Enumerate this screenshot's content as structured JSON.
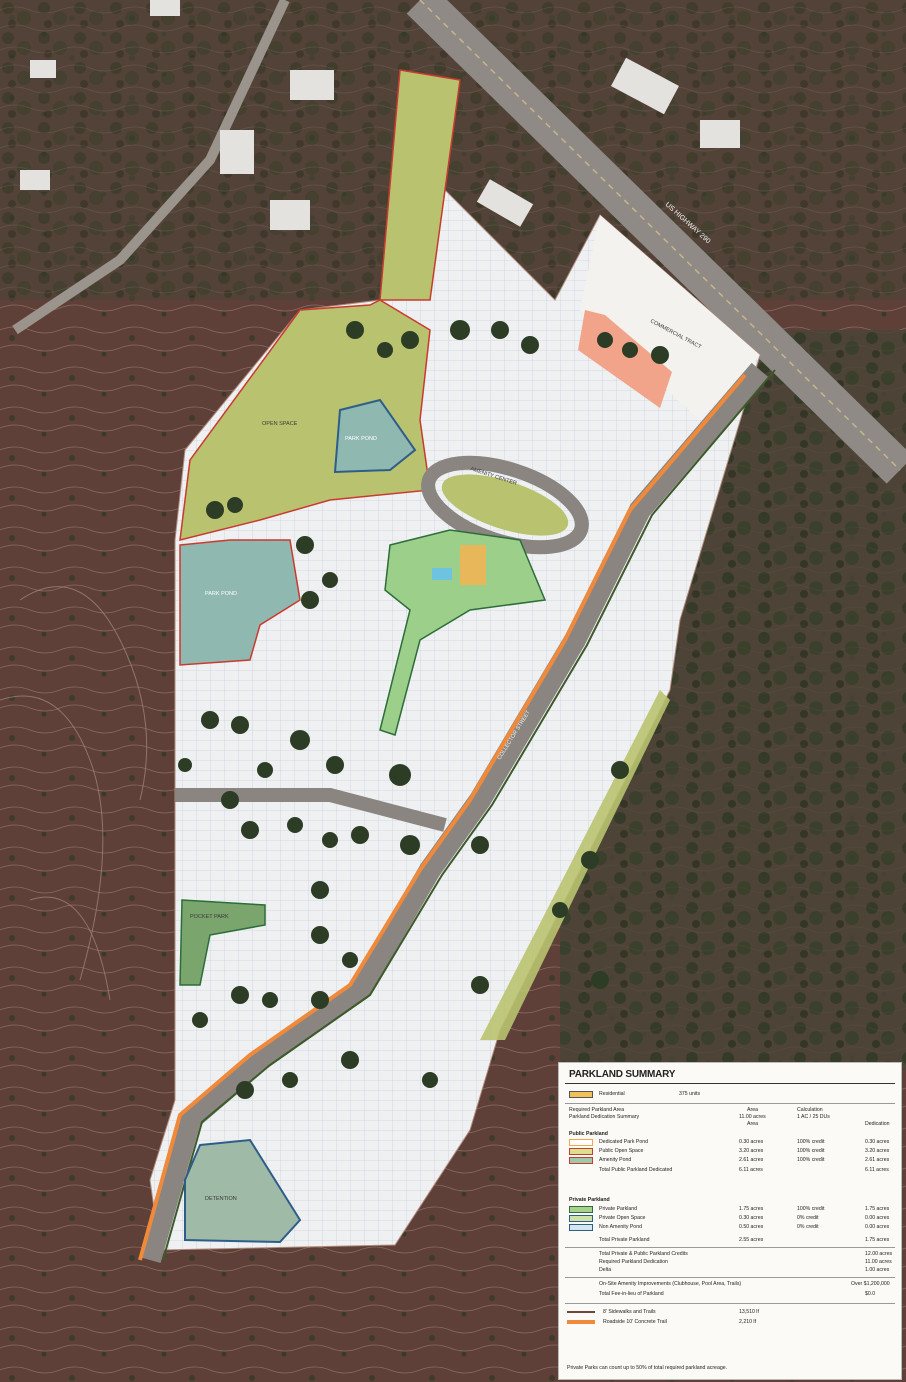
{
  "map": {
    "labels": {
      "hwy": "US HIGHWAY 290",
      "commercial": "COMMERCIAL TRACT",
      "open_space": "OPEN SPACE",
      "pond_north": "PARK POND",
      "amenity": "AMENITY CENTER",
      "pond_west": "PARK POND",
      "street": "COLLECTOR STREET",
      "pocket": "POCKET PARK",
      "detention": "DETENTION"
    }
  },
  "legend": {
    "title": "PARKLAND SUMMARY",
    "residential": {
      "label": "Residential",
      "value": "375 units"
    },
    "head": {
      "required_label": "Required Parkland Area",
      "dedication_summary": "Parkland Dedication Summary",
      "area_col": "Area",
      "calc_col": "Calculation",
      "area_val": "11.00 acres",
      "calc_val": "1 AC / 25 DUs",
      "area_sub": "Area",
      "dedication_col": "Dedication"
    },
    "public": {
      "heading": "Public Parkland",
      "rows": [
        {
          "label": "Dedicated Park Pond",
          "area": "0.30 acres",
          "credit": "100% credit",
          "ded": "0.30 acres",
          "color": "#f3a64f"
        },
        {
          "label": "Public Open Space",
          "area": "3.20 acres",
          "credit": "100% credit",
          "ded": "3.20 acres",
          "color": "#d8e28c"
        },
        {
          "label": "Amenity Pond",
          "area": "2.61 acres",
          "credit": "100% credit",
          "ded": "2.61 acres",
          "color": "#9cc9a8"
        }
      ],
      "total_label": "Total Public Parkland Dedicated",
      "total_area": "6.11 acres",
      "total_ded": "6.11 acres"
    },
    "private": {
      "heading": "Private Parkland",
      "rows": [
        {
          "label": "Private Parkland",
          "area": "1.75 acres",
          "credit": "100% credit",
          "ded": "1.75 acres",
          "color": "#a9d18e"
        },
        {
          "label": "Private Open Space",
          "area": "0.30 acres",
          "credit": "0% credit",
          "ded": "0.00 acres",
          "color": "#cfe3a8"
        },
        {
          "label": "Non Amenity Pond",
          "area": "0.50 acres",
          "credit": "0% credit",
          "ded": "0.00 acres",
          "color": "#d4e7ec"
        }
      ],
      "total_label": "Total Private Parkland",
      "total_area": "2.55 acres",
      "total_ded": "1.75 acres"
    },
    "summary": [
      {
        "label": "Total Private & Public Parkland Credits",
        "value": "12.00 acres"
      },
      {
        "label": "Required Parkland Dedication",
        "value": "11.00 acres"
      },
      {
        "label": "Delta",
        "value": "1.00 acres"
      },
      {
        "label": "On-Site Amenity Improvements (Clubhouse, Pool Area, Trails)",
        "value": "Over $1,200,000"
      },
      {
        "label": "Total Fee-in-lieu of Parkland",
        "value": "$0.0"
      }
    ],
    "trails": [
      {
        "label": "8' Sidewalks and Trails",
        "value": "13,510 lf",
        "color": "#6b4a3a"
      },
      {
        "label": "Roadside 10' Concrete Trail",
        "value": "2,210 lf",
        "color": "#f08a3a"
      }
    ],
    "footnote": "Private Parks can count up to 50% of total required parkland acreage."
  }
}
